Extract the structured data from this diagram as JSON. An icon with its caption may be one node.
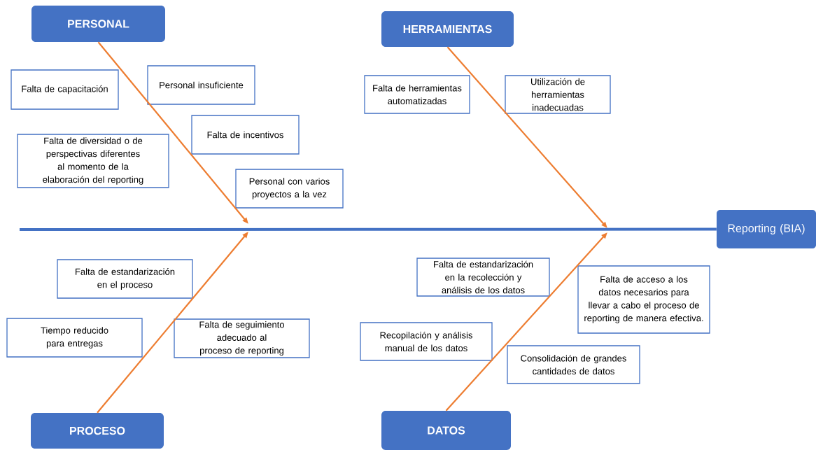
{
  "diagram": {
    "nodes": [
      {
        "text": [
          "PERSONAL"
        ]
      },
      {
        "text": [
          "HERRAMIENTAS"
        ]
      },
      {
        "text": [
          "Falta de capacitación"
        ]
      },
      {
        "text": [
          "Personal insuficiente"
        ]
      },
      {
        "text": [
          "Falta de herramientas automatizadas"
        ]
      },
      {
        "text": [
          "Utilización de herramientas inadecuadas"
        ]
      },
      {
        "text": [
          "Falta de incentivos"
        ]
      },
      {
        "text": [
          "Falta de diversidad o de perspectivas diferentes al momento de la elaboración del reporting"
        ]
      },
      {
        "text": [
          "Personal con varios proyectos a la vez"
        ]
      },
      {
        "text": [
          "Reporting (BIA)"
        ]
      },
      {
        "text": [
          "Falta de estandarización en la recolección y análisis de los datos"
        ]
      },
      {
        "text": [
          "Falta de estandarización en el proceso"
        ]
      },
      {
        "text": [
          "Falta de acceso a los datos necesarios para llevar a cabo el proceso de reporting de manera efectiva."
        ]
      },
      {
        "text": [
          "Tiempo reducido para entregas"
        ]
      },
      {
        "text": [
          "Falta de seguimiento adecuado al proceso de reporting"
        ]
      },
      {
        "text": [
          "Recopilación y análisis manual de los datos"
        ]
      },
      {
        "text": [
          "Consolidación de grandes cantidades de datos"
        ]
      },
      {
        "text": [
          "PROCESO"
        ]
      },
      {
        "text": [
          "DATOS"
        ]
      }
    ],
    "edges": [
      {
        "from": 0,
        "to": null,
        "arrow": "to"
      },
      {
        "from": 1,
        "to": null,
        "arrow": "to"
      },
      {
        "from": 17,
        "to": null,
        "arrow": "to"
      },
      {
        "from": 18,
        "to": null,
        "arrow": "to"
      },
      {
        "from": null,
        "to": 9,
        "arrow": "none",
        "color": "#4472c4",
        "style": "thick"
      }
    ]
  }
}
